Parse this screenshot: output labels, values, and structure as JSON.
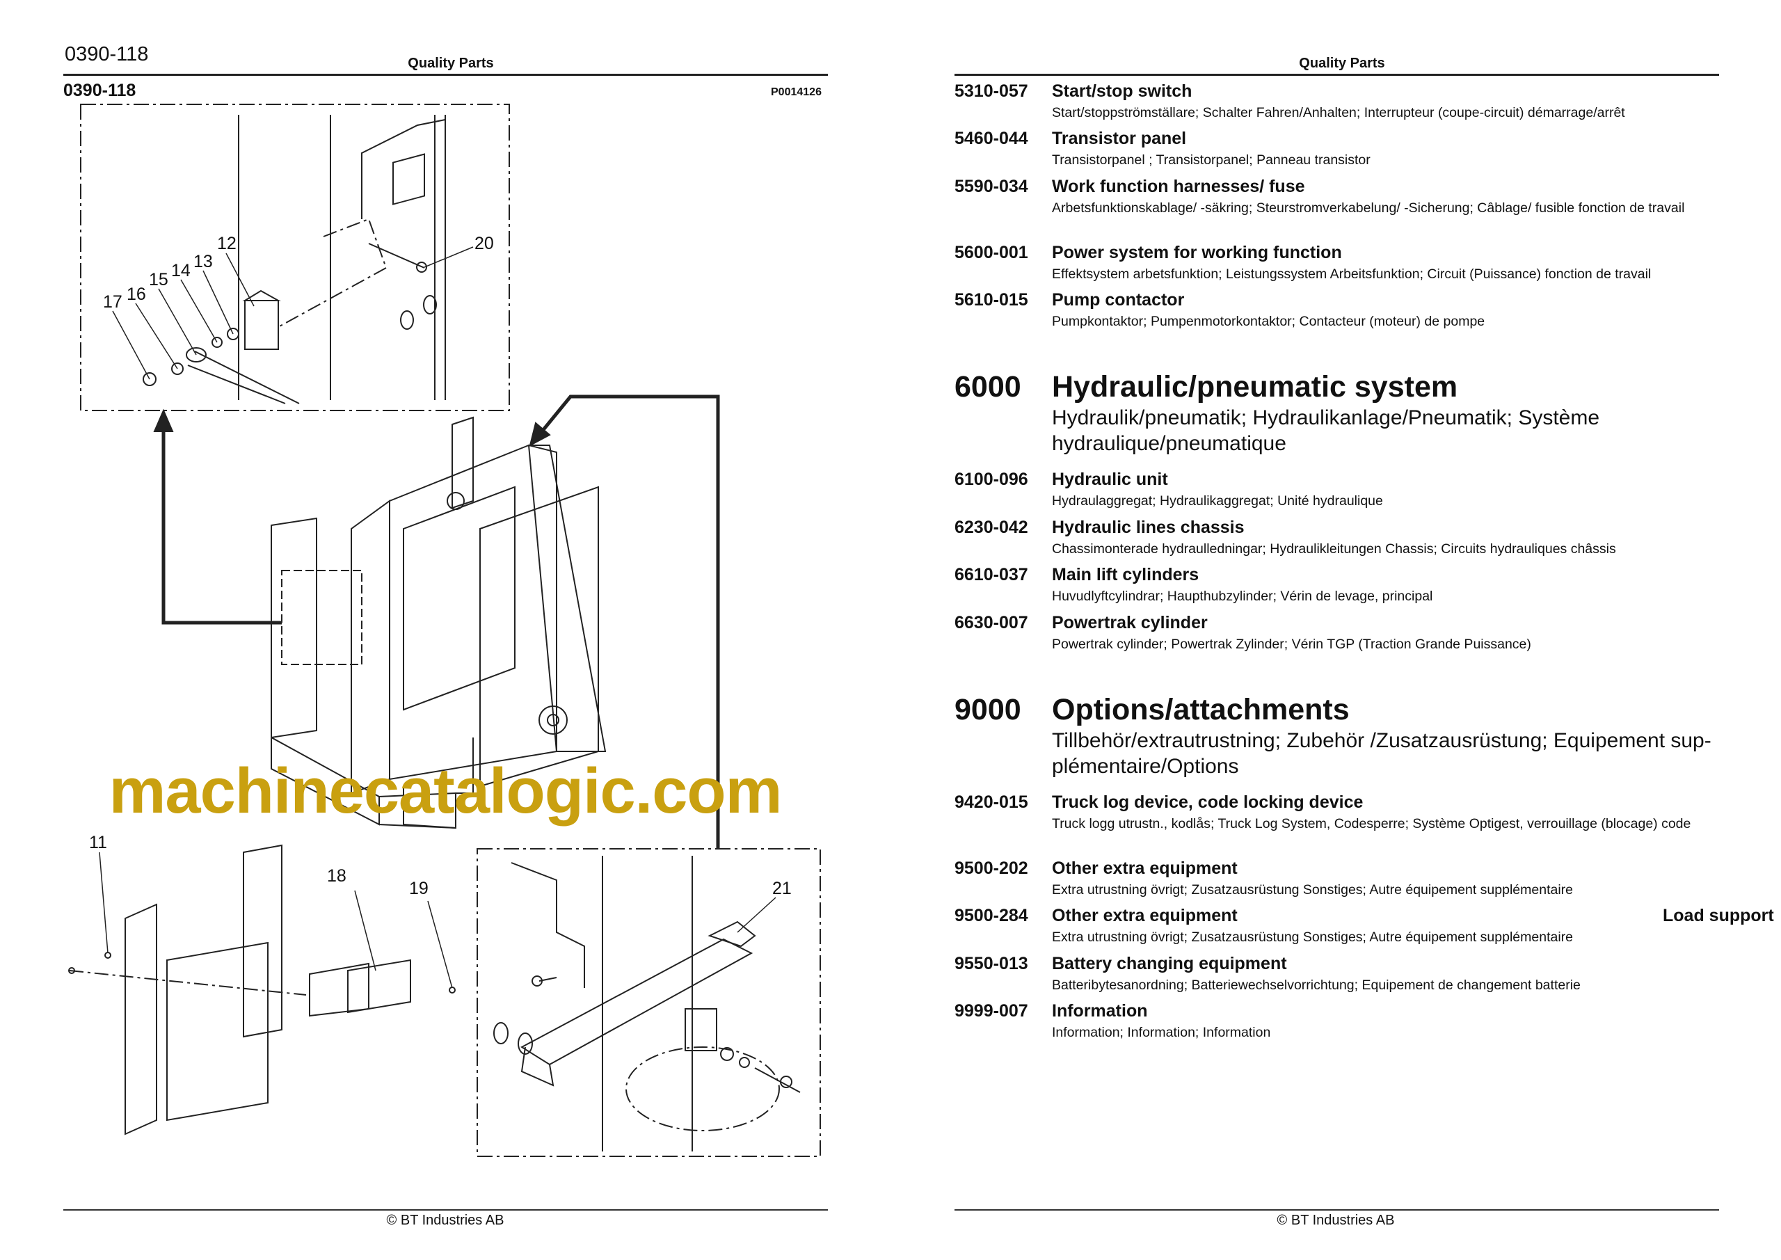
{
  "left_page": {
    "page_number": "0390-118",
    "header": "Quality Parts",
    "figure_code": "0390-118",
    "figure_ref": "P0014126",
    "callouts": [
      "12",
      "13",
      "14",
      "15",
      "16",
      "17",
      "20",
      "11",
      "18",
      "19",
      "21"
    ],
    "footer": "© BT Industries AB"
  },
  "right_page": {
    "header": "Quality Parts",
    "footer": "© BT Industries AB",
    "entries_a": [
      {
        "code": "5310-057",
        "title": "Start/stop switch",
        "desc": "Start/stoppströmställare; Schalter Fahren/Anhalten; Interrupteur (coupe-circuit) démarrage/arrêt"
      },
      {
        "code": "5460-044",
        "title": "Transistor panel",
        "desc": "Transistorpanel ; Transistorpanel; Panneau transistor"
      },
      {
        "code": "5590-034",
        "title": "Work function harnesses/ fuse",
        "desc": "Arbetsfunktionskablage/ -säkring; Steurstromverkabelung/ -Sicherung; Câblage/ fusible fonction de travail"
      },
      {
        "code": "5600-001",
        "title": "Power system for working function",
        "desc": "Effektsystem arbetsfunktion; Leistungssystem Arbeitsfunktion; Circuit (Puissance) fonction de travail"
      },
      {
        "code": "5610-015",
        "title": "Pump contactor",
        "desc": "Pumpkontaktor; Pumpenmotorkontaktor; Contacteur (moteur) de pompe"
      }
    ],
    "section_6000": {
      "code": "6000",
      "title": "Hydraulic/pneumatic system",
      "sub": "Hydraulik/pneumatik; Hydraulikanlage/Pneumatik; Système hydraulique/pneumatique"
    },
    "entries_b": [
      {
        "code": "6100-096",
        "title": "Hydraulic unit",
        "desc": "Hydraulaggregat; Hydraulikaggregat; Unité hydraulique"
      },
      {
        "code": "6230-042",
        "title": "Hydraulic lines chassis",
        "desc": "Chassimonterade hydraulledningar; Hydraulikleitungen Chassis; Circuits hydrauliques châssis"
      },
      {
        "code": "6610-037",
        "title": "Main lift cylinders",
        "desc": "Huvudlyftcylindrar; Haupthubzylinder; Vérin de levage, principal"
      },
      {
        "code": "6630-007",
        "title": "Powertrak cylinder",
        "desc": "Powertrak cylinder; Powertrak Zylinder; Vérin TGP (Traction Grande Puissance)"
      }
    ],
    "section_9000": {
      "code": "9000",
      "title": "Options/attachments",
      "sub": "Tillbehör/extrautrustning; Zubehör /Zusatzausrüstung; Equipement sup-plémentaire/Options"
    },
    "entries_c": [
      {
        "code": "9420-015",
        "title": "Truck log device, code locking device",
        "desc": "Truck logg utrustn., kodlås; Truck Log System, Codesperre; Système Optigest, verrouillage (blocage) code"
      },
      {
        "code": "9500-202",
        "title": "Other extra equipment",
        "desc": "Extra utrustning övrigt; Zusatzausrüstung Sonstiges; Autre équipement supplémentaire"
      },
      {
        "code": "9500-284",
        "title": "Other extra equipment",
        "extra": "Load support",
        "desc": "Extra utrustning övrigt; Zusatzausrüstung Sonstiges; Autre équipement supplémentaire"
      },
      {
        "code": "9550-013",
        "title": "Battery changing equipment",
        "desc": "Batteribytesanordning; Batteriewechselvorrichtung; Equipement de changement batterie"
      },
      {
        "code": "9999-007",
        "title": "Information",
        "desc": "Information; Information; Information"
      }
    ]
  },
  "watermark": "machinecatalogic.com",
  "colors": {
    "watermark": "#c9a010",
    "text": "#111111"
  }
}
